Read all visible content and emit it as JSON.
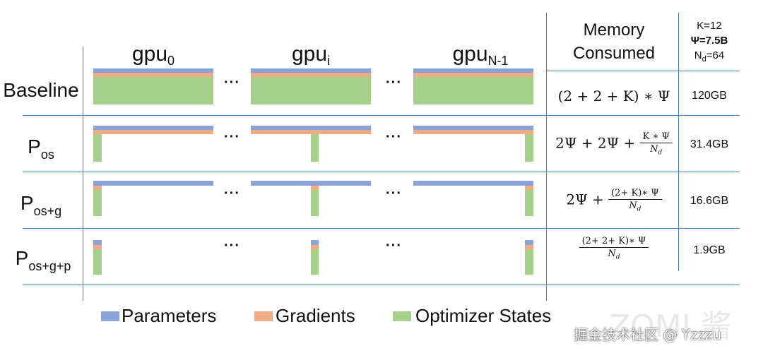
{
  "colors": {
    "parameters": "#8aa3d6",
    "gradients": "#f0aa86",
    "optimizer": "#a4d08a",
    "grid": "#4a7fc1"
  },
  "gpus": [
    {
      "base": "gpu",
      "sub": "0"
    },
    {
      "base": "gpu",
      "sub": "i"
    },
    {
      "base": "gpu",
      "sub": "N-1"
    }
  ],
  "header": {
    "memory_title_line1": "Memory",
    "memory_title_line2": "Consumed",
    "k": "K=12",
    "psi": "Ψ=7.5B",
    "nd_base": "N",
    "nd_sub": "d",
    "nd_value": "=64"
  },
  "rows": [
    {
      "label": "Baseline",
      "sub": "",
      "memory": "120GB"
    },
    {
      "label": "P",
      "sub": "os",
      "memory": "31.4GB"
    },
    {
      "label": "P",
      "sub": "os+g",
      "memory": "16.6GB"
    },
    {
      "label": "P",
      "sub": "os+g+p",
      "memory": "1.9GB"
    }
  ],
  "formulas": {
    "baseline": "(2 + 2 + K) ∗ Ψ",
    "pos_prefix": "2Ψ + 2Ψ +",
    "pos_num": "K ∗ Ψ",
    "pos_den": "N",
    "pos_den_sub": "d",
    "posg_prefix": "2Ψ +",
    "posg_num": "(2+ K)∗ Ψ",
    "posg_den": "N",
    "posg_den_sub": "d",
    "posgp_num": "(2+ 2+ K)∗ Ψ",
    "posgp_den": "N",
    "posgp_den_sub": "d"
  },
  "dots": "···",
  "legend": {
    "parameters": "Parameters",
    "gradients": "Gradients",
    "optimizer": "Optimizer States"
  },
  "watermark": "掘金技术社区 @ Yzzzu",
  "watermark_big": "ZOMI 酱"
}
